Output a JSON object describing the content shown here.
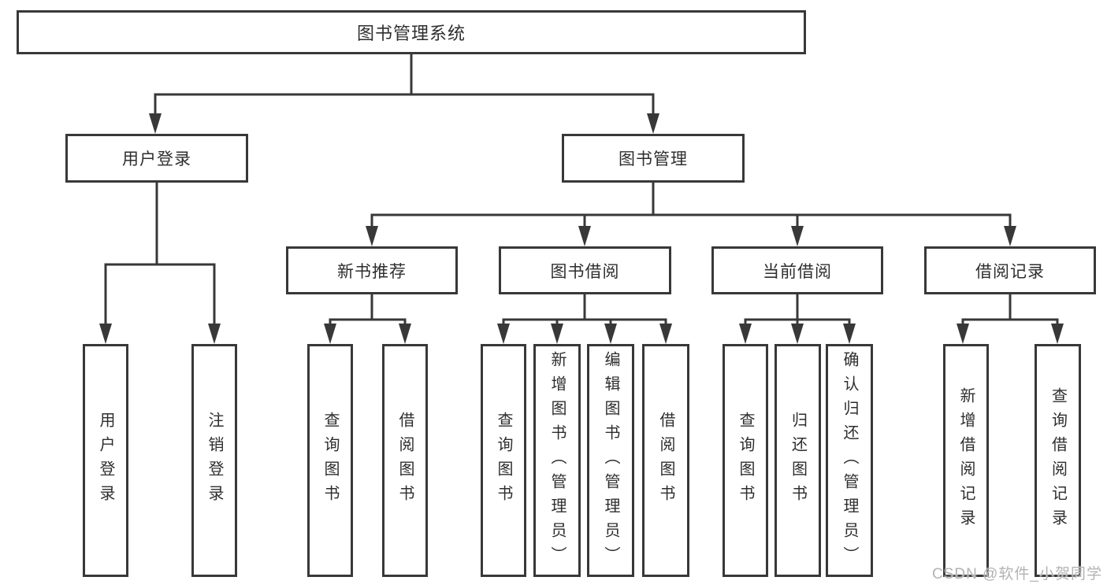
{
  "tree": {
    "root": {
      "label": "图书管理系统",
      "children": [
        {
          "label": "用户登录",
          "children": [
            {
              "label": "用户登录"
            },
            {
              "label": "注销登录"
            }
          ]
        },
        {
          "label": "图书管理",
          "children": [
            {
              "label": "新书推荐",
              "children": [
                {
                  "label": "查询图书"
                },
                {
                  "label": "借阅图书"
                }
              ]
            },
            {
              "label": "图书借阅",
              "children": [
                {
                  "label": "查询图书"
                },
                {
                  "label": "新增图书（管理员）"
                },
                {
                  "label": "编辑图书（管理员）"
                },
                {
                  "label": "借阅图书"
                }
              ]
            },
            {
              "label": "当前借阅",
              "children": [
                {
                  "label": "查询图书"
                },
                {
                  "label": "归还图书"
                },
                {
                  "label": "确认归还（管理员）"
                }
              ]
            },
            {
              "label": "借阅记录",
              "children": [
                {
                  "label": "新增借阅记录"
                },
                {
                  "label": "查询借阅记录"
                }
              ]
            }
          ]
        }
      ]
    }
  },
  "watermark": {
    "text": "CSDN @软件_小贺同学"
  },
  "colors": {
    "line": "#383838",
    "box_border": "#383838",
    "box_fill": "#ffffff",
    "label_text": "#2e2e2e",
    "watermark_text": "#b3b3b3",
    "background": "#ffffff"
  }
}
